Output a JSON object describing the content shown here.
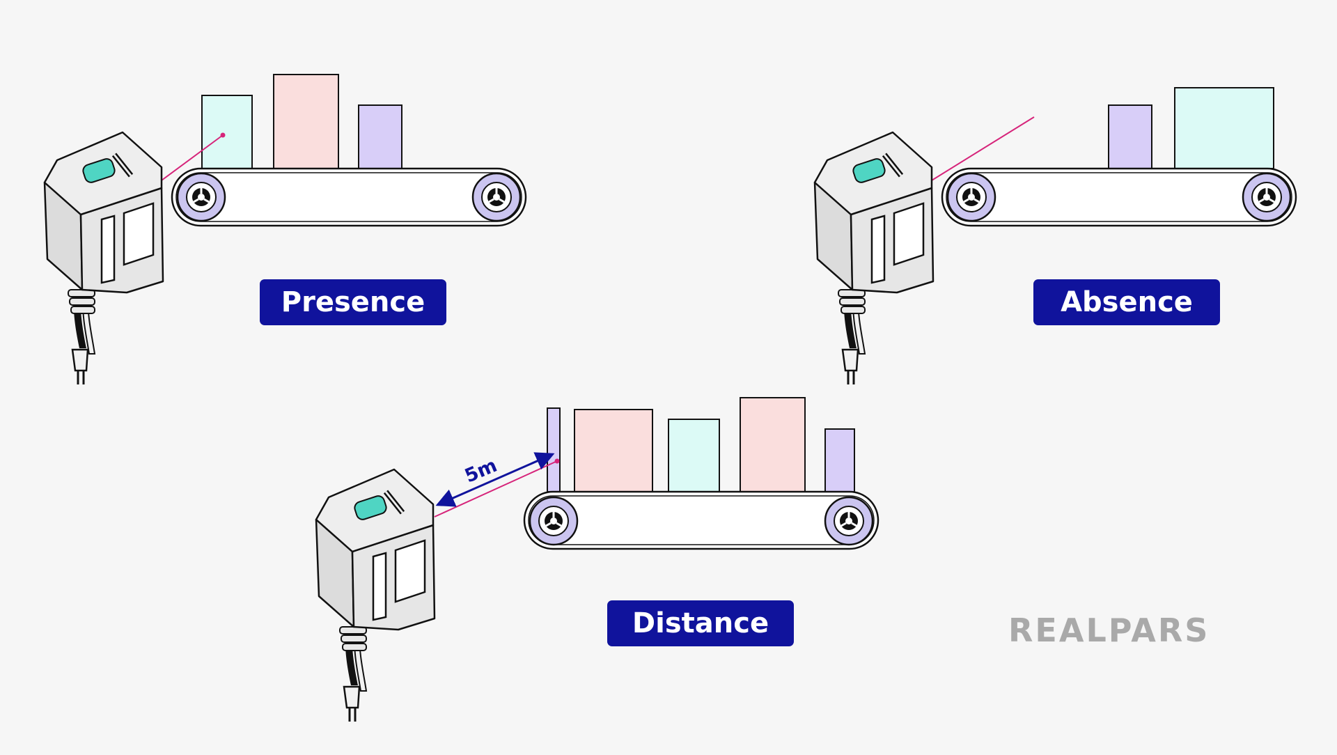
{
  "scenes": [
    {
      "id": "presence",
      "label": "Presence"
    },
    {
      "id": "absence",
      "label": "Absence"
    },
    {
      "id": "distance",
      "label": "Distance"
    }
  ],
  "distance_annotation": "5m",
  "brand": "REALPARS",
  "colors": {
    "label_bg": "#10139c",
    "label_text": "#ffffff",
    "beam": "#d6247a",
    "measure_arrow": "#10139c",
    "box_cyan": "#dcfaf6",
    "box_pink": "#fadedd",
    "box_purple": "#d8cef8",
    "roller_fill": "#cbc5f0",
    "sensor_window": "#4fd5c3",
    "brand_gray": "#a9a9a9"
  },
  "icons": [
    "sensor-icon",
    "conveyor-icon",
    "roller-icon",
    "box-icon",
    "beam-icon",
    "dimension-arrow-icon"
  ]
}
